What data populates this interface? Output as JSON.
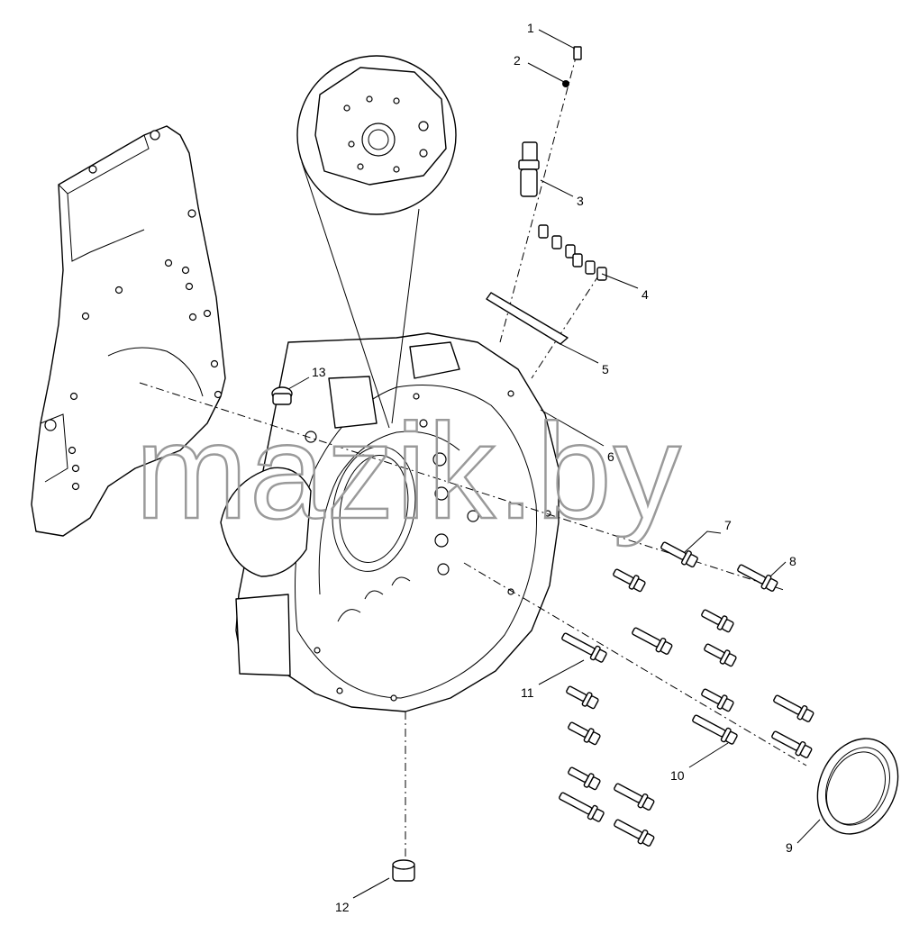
{
  "watermark": "mazik.by",
  "callouts": [
    "1",
    "2",
    "3",
    "4",
    "5",
    "6",
    "7",
    "8",
    "9",
    "10",
    "11",
    "12",
    "13"
  ]
}
